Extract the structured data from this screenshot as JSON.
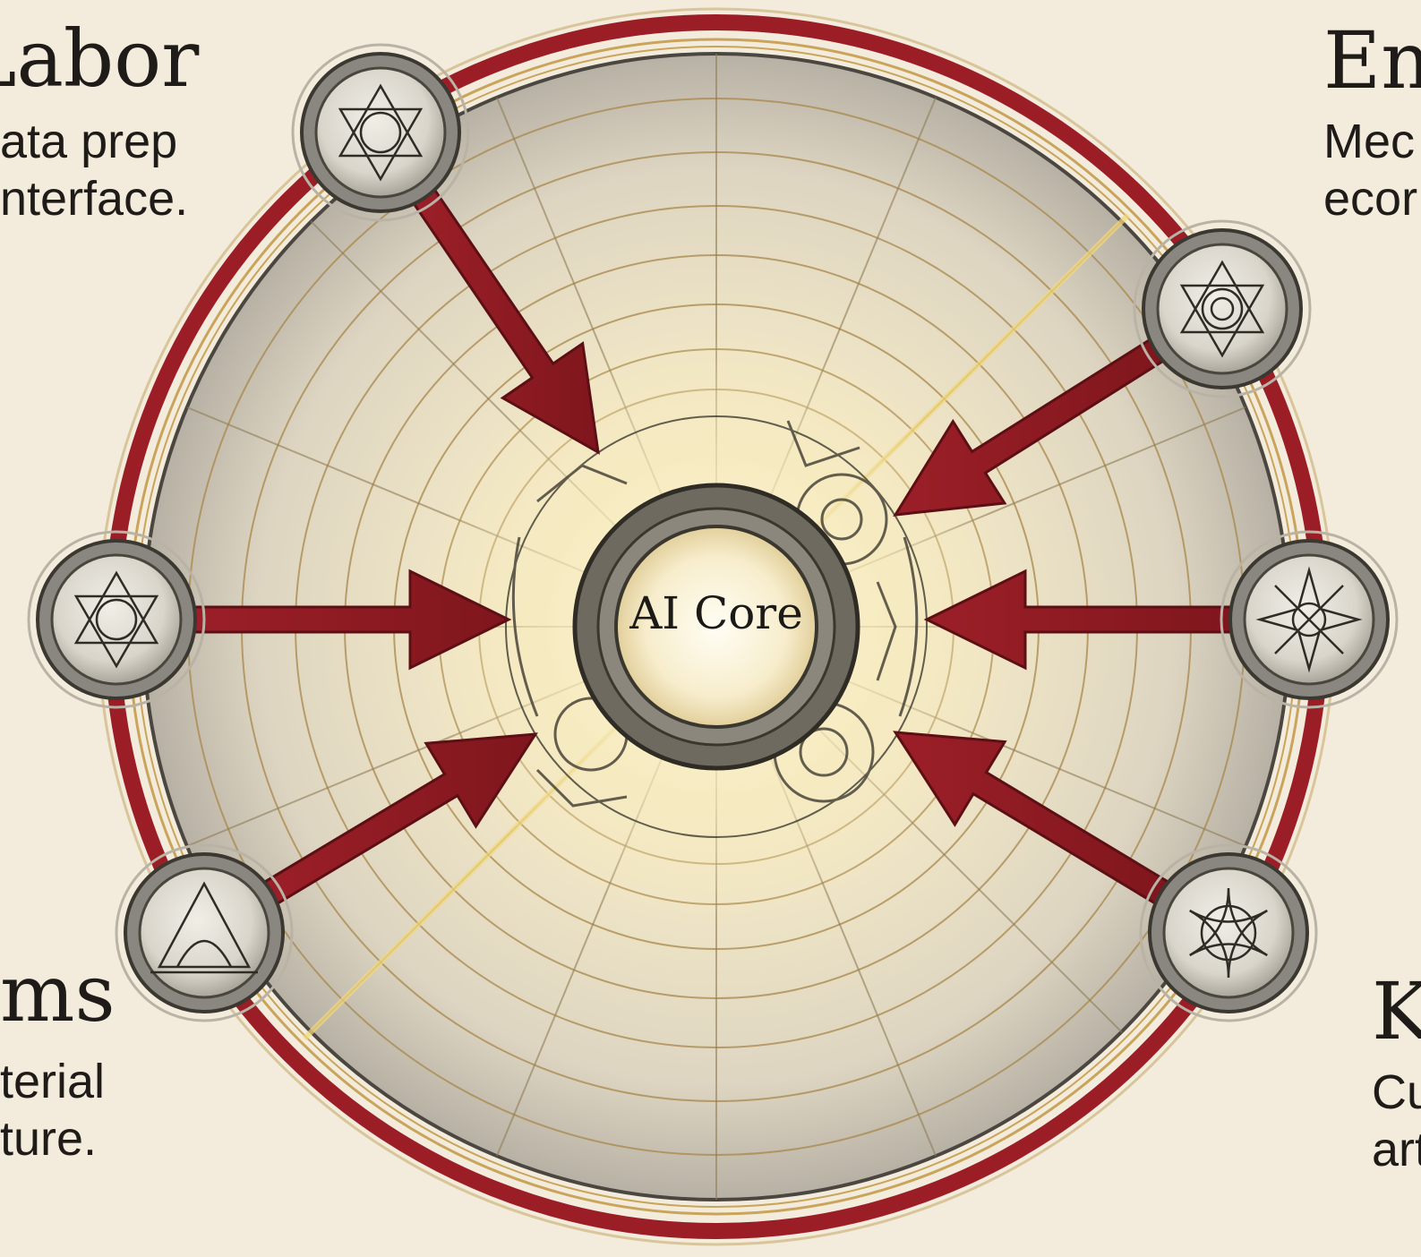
{
  "center": {
    "label": "AI Core"
  },
  "topics": {
    "labor": {
      "heading": "Labor",
      "lines": [
        "ata prep",
        "nterface."
      ]
    },
    "energy": {
      "heading": "En",
      "lines": [
        "Mec",
        "ecor"
      ]
    },
    "systems": {
      "heading": "ms",
      "lines": [
        "terial",
        "ture."
      ]
    },
    "knowledge": {
      "heading": "K",
      "lines": [
        "Cul",
        "art"
      ]
    }
  },
  "nodes": [
    {
      "position": "top-left",
      "glyph": "hexagram-circle-icon"
    },
    {
      "position": "left",
      "glyph": "hexagram-circle-icon"
    },
    {
      "position": "bottom-left",
      "glyph": "triangle-glyph-icon"
    },
    {
      "position": "top-right",
      "glyph": "hexagram-triangle-icon"
    },
    {
      "position": "right",
      "glyph": "four-point-star-icon"
    },
    {
      "position": "bottom-right",
      "glyph": "knot-hexagram-icon"
    }
  ],
  "colors": {
    "background": "#f3ecdc",
    "arrow": "#8e1b23",
    "ring_red": "#9b1e26",
    "ring_gold": "#c9a45a",
    "node_metal": "#8a8780",
    "text": "#1e1b18"
  }
}
